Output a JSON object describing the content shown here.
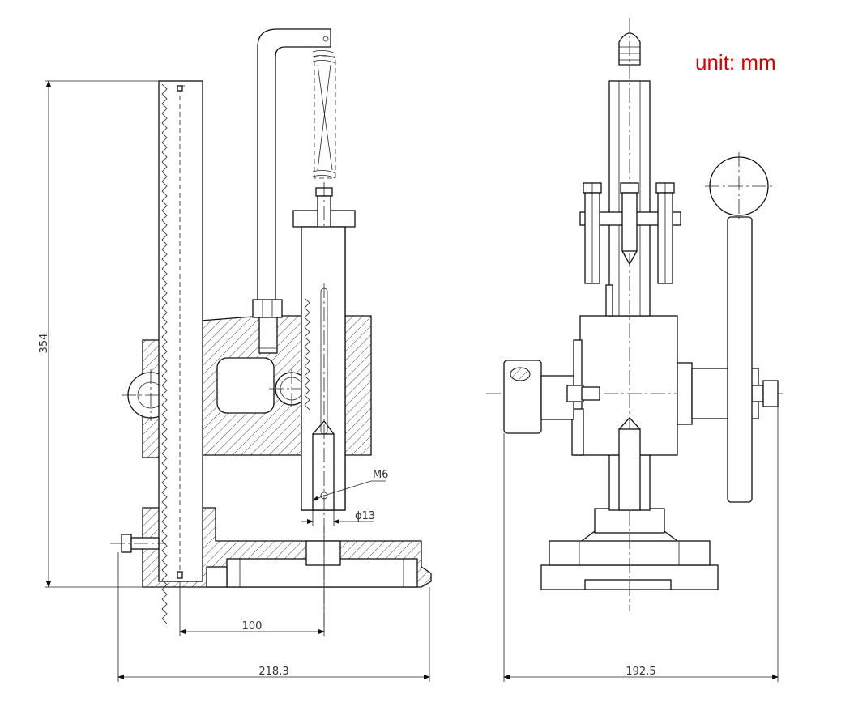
{
  "unit_label": "unit: mm",
  "dimensions": {
    "height": "354",
    "center_distance": "100",
    "side_width": "218.3",
    "front_width": "192.5",
    "thread": "M6",
    "diameter": "ϕ13"
  },
  "colors": {
    "unit_text": "#d40000",
    "lines": "#111111"
  }
}
